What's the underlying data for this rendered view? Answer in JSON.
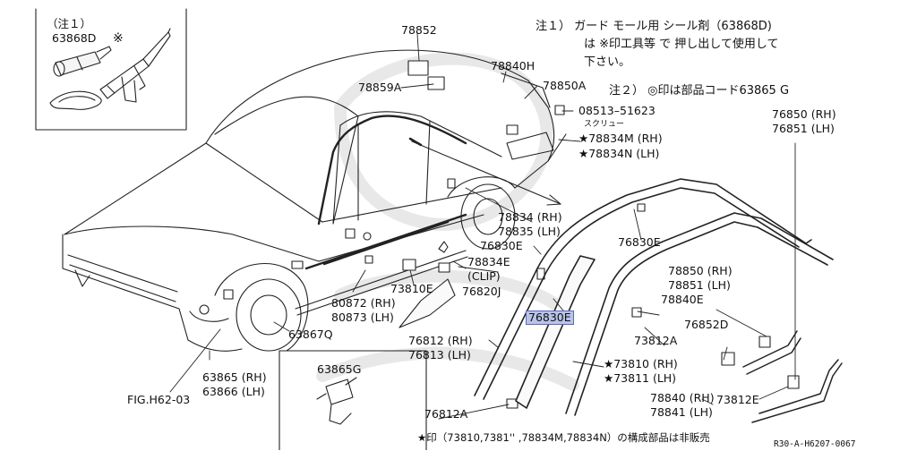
{
  "notes": {
    "note1_line1": "注１） ガード モール用 シール剤（63868D)",
    "note1_line2": "は ※印工具等 で 押し出して使用して",
    "note1_line3": "下さい。",
    "note2": "注２） ◎印は部品コード63865 G",
    "footer": "★印（73810,7381'' ,78834M,78834N）の構成部品は非販売",
    "drawing_id": "R30-A-H6207-0067"
  },
  "inset": {
    "note_ref": "（注１）",
    "part": "63868D",
    "tool_mark": "※"
  },
  "labels": {
    "p78852": "78852",
    "p78840H": "78840H",
    "p78859A": "78859A",
    "p78850A": "78850A",
    "p08513": "08513–51623",
    "screw": "スクリュー",
    "p78834M": "★78834M (RH)",
    "p78834N": "★78834N (LH)",
    "p76850": "76850 (RH)",
    "p76851": "76851 (LH)",
    "p78834": "78834 (RH)",
    "p78835": "78835 (LH)",
    "p76830E_a": "76830E",
    "p76830E_b": "76830E",
    "p76830E_hl": "76830E",
    "p78834E": "78834E",
    "clip": "(CLIP)",
    "p76820J": "76820J",
    "p73810E": "73810E",
    "p80872": "80872 (RH)",
    "p80873": "80873 (LH)",
    "p63867Q": "63867Q",
    "p78850": "78850 (RH)",
    "p78851": "78851 (LH)",
    "p78840E": "78840E",
    "p73812A": "73812A",
    "p76852D": "76852D",
    "p76812": "76812 (RH)",
    "p76813": "76813 (LH)",
    "p73810": "★73810 (RH)",
    "p73811": "★73811 (LH)",
    "p63865G": "63865G",
    "p63865": "63865 (RH)",
    "p63866": "63866 (LH)",
    "fig": "FIG.H62-03",
    "p76812A": "76812A",
    "p78840": "78840 (RH)",
    "p78841": "78841 (LH)",
    "p73812E": "73812E"
  }
}
